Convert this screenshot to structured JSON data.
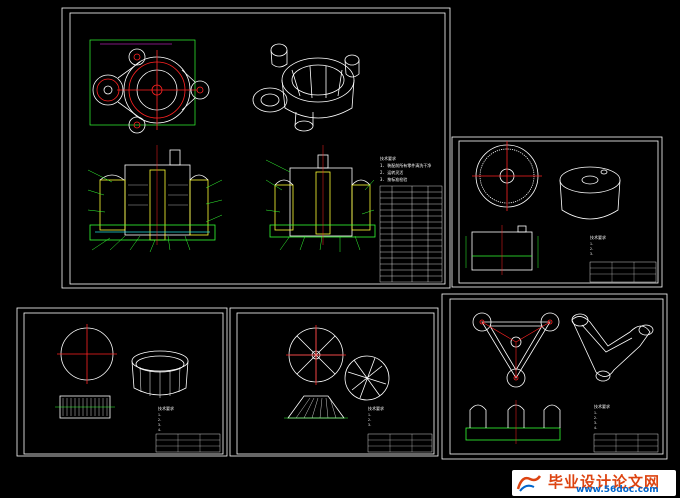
{
  "drawing": {
    "background": "#000000",
    "line_color": "#ffffff",
    "accent_colors": {
      "green": "#33ff33",
      "red": "#ff2222",
      "cyan": "#22dddd",
      "yellow": "#ffff33",
      "magenta": "#ff33ff"
    },
    "sheets": [
      {
        "id": "assembly",
        "title_block_text": [
          "技术要求",
          "1. 装配前所有零件清洗干净",
          "2. 运转灵活",
          "3. 按标准检验"
        ]
      },
      {
        "id": "part-gear",
        "title_block_text": [
          "技术要求",
          "1.",
          "2.",
          "3."
        ]
      },
      {
        "id": "part-ring",
        "title_block_text": [
          "技术要求",
          "1.",
          "2.",
          "3.",
          "4."
        ]
      },
      {
        "id": "part-spoke",
        "title_block_text": [
          "技术要求",
          "1.",
          "2.",
          "3."
        ]
      },
      {
        "id": "part-frame",
        "title_block_text": [
          "技术要求",
          "1.",
          "2.",
          "3.",
          "4."
        ]
      }
    ]
  },
  "watermark": {
    "title": "毕业设计论文网",
    "url": "www.56doc.com"
  }
}
